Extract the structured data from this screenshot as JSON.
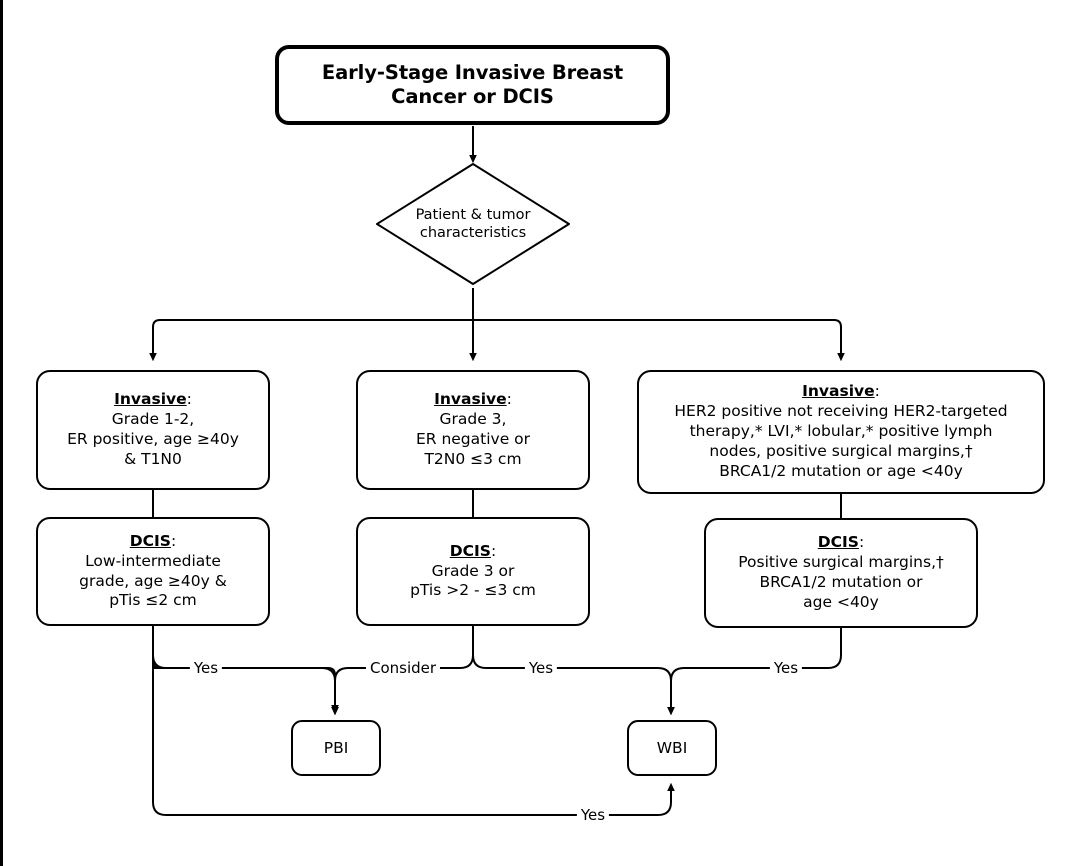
{
  "diagram": {
    "title_node": {
      "line1": "Early-Stage Invasive Breast",
      "line2": "Cancer or DCIS"
    },
    "decision_node": {
      "line1": "Patient & tumor",
      "line2": "characteristics"
    },
    "invasive_left": {
      "header": "Invasive",
      "header_colon": ":",
      "line1": "Grade 1-2,",
      "line2": "ER positive, age ≥40y",
      "line3": "& T1N0"
    },
    "invasive_middle": {
      "header": "Invasive",
      "header_colon": ":",
      "line1": "Grade 3,",
      "line2": "ER negative or",
      "line3": "T2N0 ≤3 cm"
    },
    "invasive_right": {
      "header": "Invasive",
      "header_colon": ":",
      "line1": "HER2 positive not receiving HER2-targeted",
      "line2": "therapy,* LVI,* lobular,* positive lymph",
      "line3": "nodes, positive surgical margins,†",
      "line4": "BRCA1/2 mutation or age <40y"
    },
    "dcis_left": {
      "header": "DCIS",
      "header_colon": ":",
      "line1": "Low-intermediate",
      "line2": "grade, age ≥40y &",
      "line3": "pTis ≤2 cm"
    },
    "dcis_middle": {
      "header": "DCIS",
      "header_colon": ":",
      "line1": "Grade 3 or",
      "line2": "pTis >2 - ≤3 cm"
    },
    "dcis_right": {
      "header": "DCIS",
      "header_colon": ":",
      "line1": "Positive surgical margins,†",
      "line2": "BRCA1/2 mutation or",
      "line3": "age <40y"
    },
    "terminal_pbi": {
      "label": "PBI"
    },
    "terminal_wbi": {
      "label": "WBI"
    },
    "edge_labels": {
      "left_to_pbi": "Yes",
      "middle_to_pbi": "Consider",
      "middle_to_wbi": "Yes",
      "right_to_wbi": "Yes",
      "left_bottom_to_wbi": "Yes"
    },
    "colors": {
      "stroke": "#000000",
      "fill": "#ffffff",
      "text": "#000000"
    }
  }
}
